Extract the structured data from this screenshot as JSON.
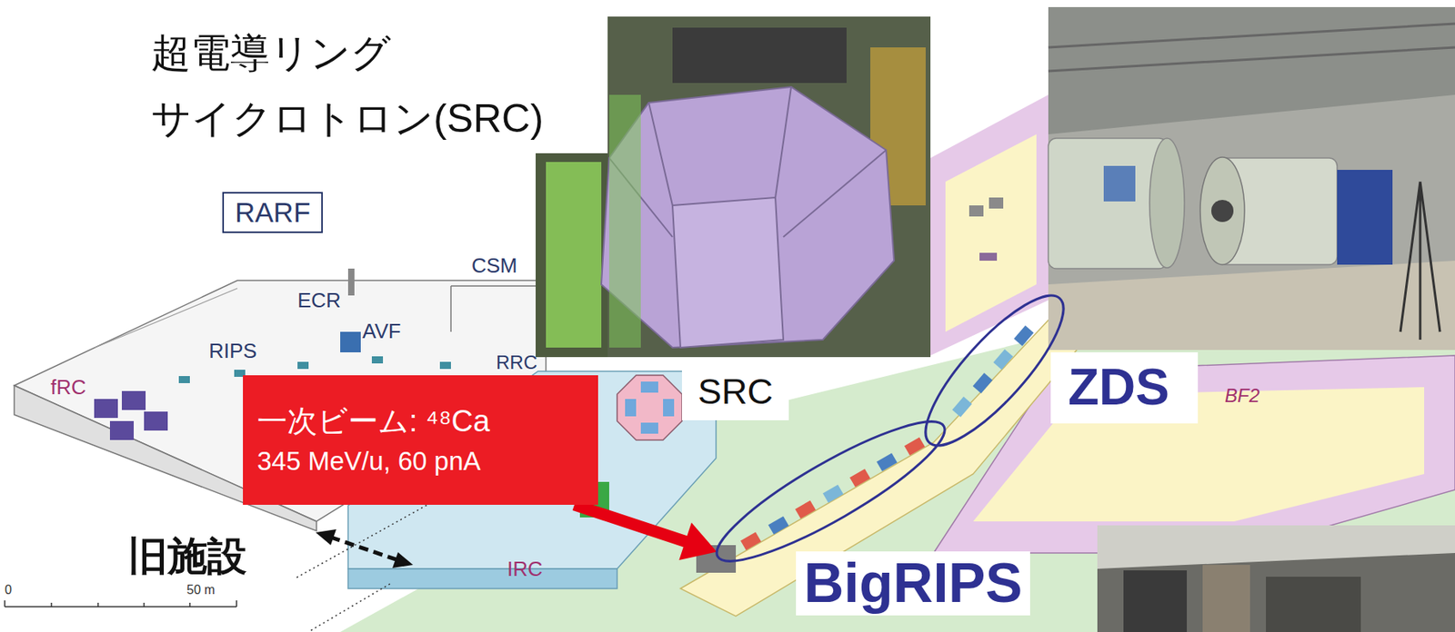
{
  "diagram": {
    "nodes": [
      {
        "text": [
          "RARF"
        ]
      },
      {
        "text": [
          "一次ビーム: ⁴⁸Ca",
          "345 MeV/u, 60 pnA"
        ]
      },
      {
        "text": [
          "SRC"
        ]
      },
      {
        "text": [
          "ZDS"
        ]
      },
      {
        "text": [
          "BigRIPS"
        ]
      }
    ],
    "edges": [
      {
        "from": 1,
        "to": 4,
        "arrow": "to"
      }
    ],
    "labels": [
      "超電導リング サイクロトロン(SRC)",
      "CSM",
      "ECR",
      "AVF",
      "RIPS",
      "fRC",
      "RRC",
      "旧施設",
      "IRC",
      "BF2",
      "0",
      "50 m"
    ]
  }
}
